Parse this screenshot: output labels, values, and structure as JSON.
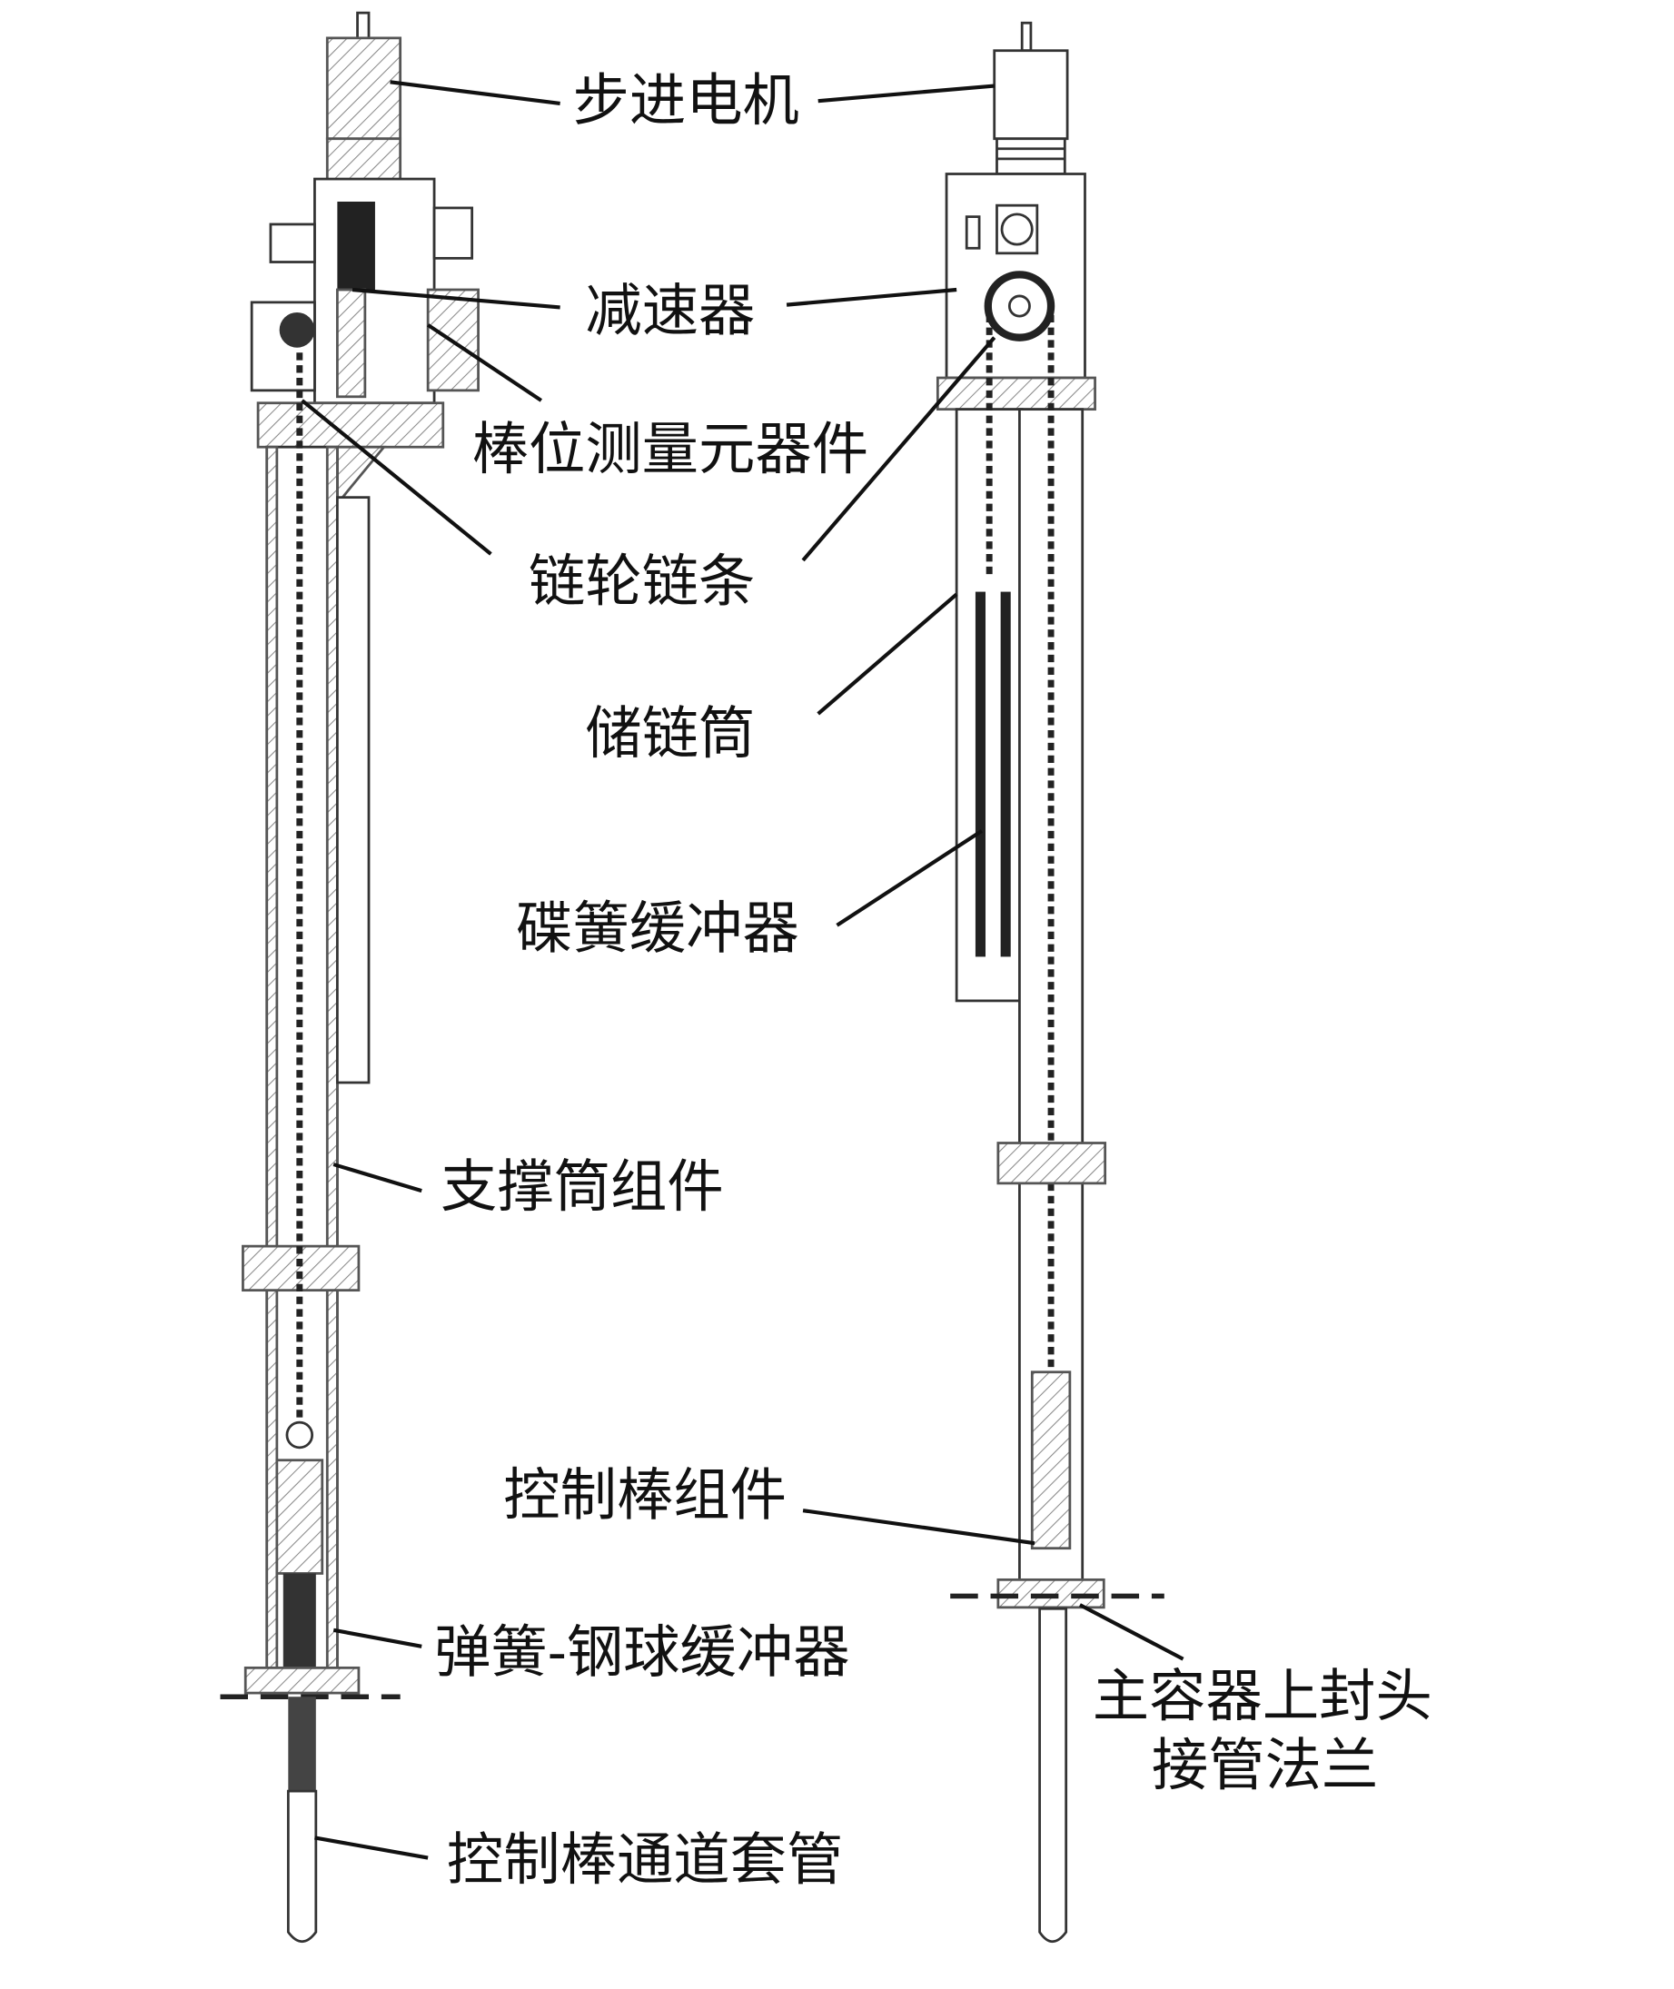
{
  "labels": {
    "stepper_motor": "步进电机",
    "reducer": "减速器",
    "rod_position_sensor": "棒位测量元器件",
    "sprocket_chain": "链轮链条",
    "chain_storage_tube": "储链筒",
    "disc_spring_buffer": "碟簧缓冲器",
    "support_tube_assembly": "支撑筒组件",
    "control_rod_assembly": "控制棒组件",
    "spring_ball_buffer": "弹簧-钢球缓冲器",
    "vessel_head_line1": "主容器上封头",
    "vessel_head_line2": "接管法兰",
    "control_rod_channel_sleeve": "控制棒通道套管"
  }
}
